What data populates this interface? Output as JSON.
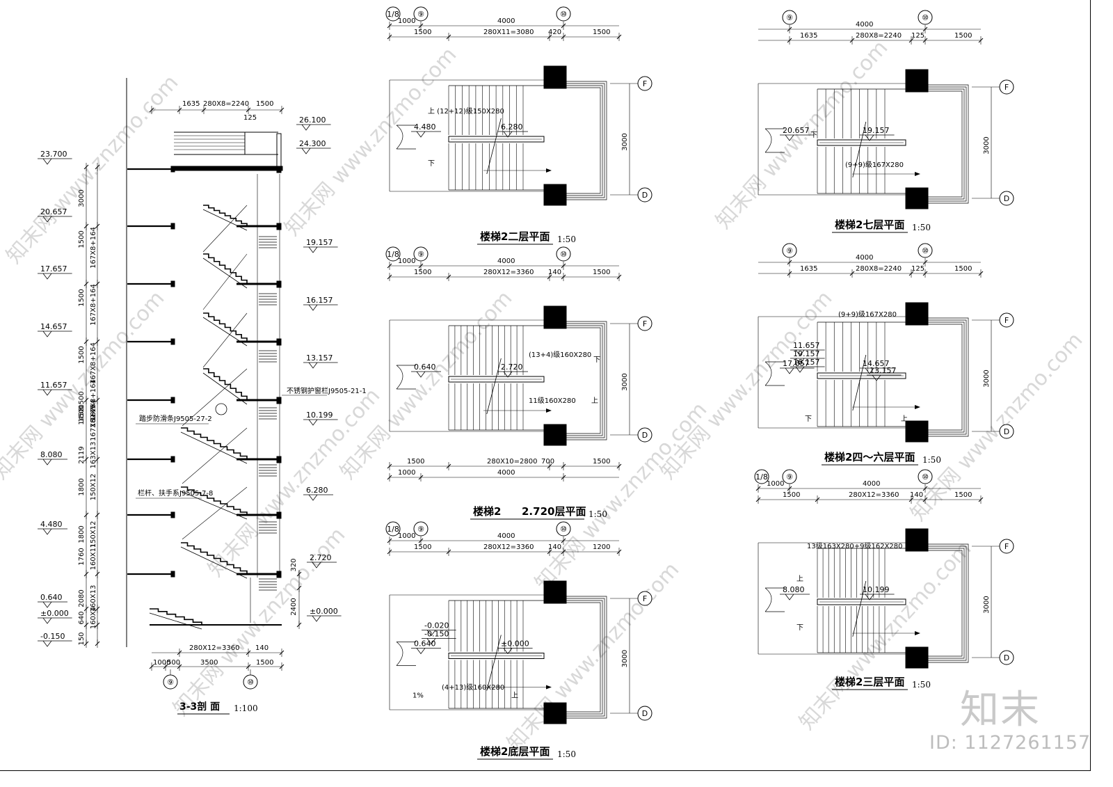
{
  "section": {
    "title": "3-3剖   面",
    "scale": "1:100",
    "top_dims": [
      "1635",
      "280X8=2240",
      "1500",
      "125"
    ],
    "bottom_dims": [
      "280X12=3360",
      "140",
      "1000",
      "500",
      "3500",
      "1500"
    ],
    "axes": [
      "⑨",
      "⑩"
    ],
    "left_elevations": [
      "23.700",
      "20.657",
      "17.657",
      "14.657",
      "11.657",
      "8.080",
      "4.480",
      "0.640",
      "±0.000",
      "-0.150"
    ],
    "left_dims": [
      "3000",
      "1500",
      "167X8+164",
      "1500",
      "167X8+164",
      "1500",
      "167X8+164",
      "1500",
      "167X8+164",
      "1500",
      "167X8+164",
      "1458",
      "162X9",
      "2119",
      "163X13",
      "1800",
      "150X12",
      "1800",
      "150X12",
      "1760",
      "160X11",
      "2080",
      "160X13",
      "640",
      "160X4",
      "150"
    ],
    "right_elevations": [
      "26.100",
      "24.300",
      "19.157",
      "16.157",
      "13.157",
      "10.199",
      "6.280",
      "2.720",
      "±0.000"
    ],
    "right_dims": [
      "320",
      "2400"
    ],
    "notes": [
      "不锈钢护窗栏J9505-21-1",
      "踏步防滑条J9505-27-2",
      "栏杆、扶手系J9505-7-8"
    ]
  },
  "plans": [
    {
      "id": "second-floor",
      "title": "楼梯2二层平面",
      "scale": "1:50",
      "top_dims": [
        "1000",
        "4000",
        "1500",
        "280X11=3080",
        "420",
        "1500"
      ],
      "axes": [
        "1/8",
        "⑨",
        "⑩",
        "F",
        "D"
      ],
      "side_dim": "3000",
      "levels": [
        "4.480",
        "6.280"
      ],
      "labels": [
        "上 (12+12)级150X280",
        "下"
      ]
    },
    {
      "id": "level-2720",
      "title": "楼梯2",
      "title_level": "2.720层平面",
      "scale": "1:50",
      "top_dims": [
        "1000",
        "4000",
        "1500",
        "280X12=3360",
        "140",
        "1500"
      ],
      "bottom_dims": [
        "1500",
        "280X10=2800",
        "700",
        "1500",
        "1000",
        "4000"
      ],
      "axes": [
        "1/8",
        "⑨",
        "⑩",
        "F",
        "D"
      ],
      "side_dim": "3000",
      "levels": [
        "0.640",
        "2.720"
      ],
      "labels": [
        "(13+4)级160X280",
        "下",
        "11级160X280",
        "上"
      ]
    },
    {
      "id": "ground-floor",
      "title": "楼梯2底层平面",
      "scale": "1:50",
      "top_dims": [
        "1000",
        "4000",
        "1500",
        "280X12=3360",
        "140",
        "1200"
      ],
      "axes": [
        "1/8",
        "⑨",
        "⑩",
        "F",
        "D"
      ],
      "side_dim": "3000",
      "levels": [
        "0.640",
        "±0.000",
        "-0.020",
        "-0.150"
      ],
      "labels": [
        "(4+13)级160X280",
        "上",
        "1%"
      ]
    },
    {
      "id": "seventh-floor",
      "title": "楼梯2七层平面",
      "scale": "1:50",
      "top_dims": [
        "4000",
        "1635",
        "280X8=2240",
        "125",
        "1500"
      ],
      "axes": [
        "⑨",
        "⑩",
        "F",
        "D"
      ],
      "side_dim": "3000",
      "levels": [
        "20.657",
        "19.157"
      ],
      "labels": [
        "(9+9)级167X280",
        "下"
      ]
    },
    {
      "id": "floors-4-6",
      "title": "楼梯2四～六层平面",
      "scale": "1:50",
      "top_dims": [
        "4000",
        "1635",
        "280X8=2240",
        "125",
        "1500"
      ],
      "axes": [
        "⑨",
        "⑩",
        "F",
        "D"
      ],
      "side_dim": "3000",
      "levels": [
        "17.657",
        "14.657",
        "11.657",
        "19.157",
        "16.157",
        "13.157"
      ],
      "labels": [
        "(9+9)级167X280",
        "上",
        "下"
      ]
    },
    {
      "id": "third-floor",
      "title": "楼梯2三层平面",
      "scale": "1:50",
      "top_dims": [
        "1000",
        "4000",
        "1500",
        "280X12=3360",
        "140",
        "1500"
      ],
      "axes": [
        "1/8",
        "⑨",
        "⑩",
        "F",
        "D"
      ],
      "side_dim": "3000",
      "levels": [
        "8.080",
        "10.199"
      ],
      "labels": [
        "13级163X280+9级162X280",
        "上",
        "下"
      ]
    }
  ],
  "watermark": {
    "site": "www.znzmo.com",
    "brand_mark": "知末网",
    "brand": "知末",
    "id": "ID: 1127261157"
  }
}
